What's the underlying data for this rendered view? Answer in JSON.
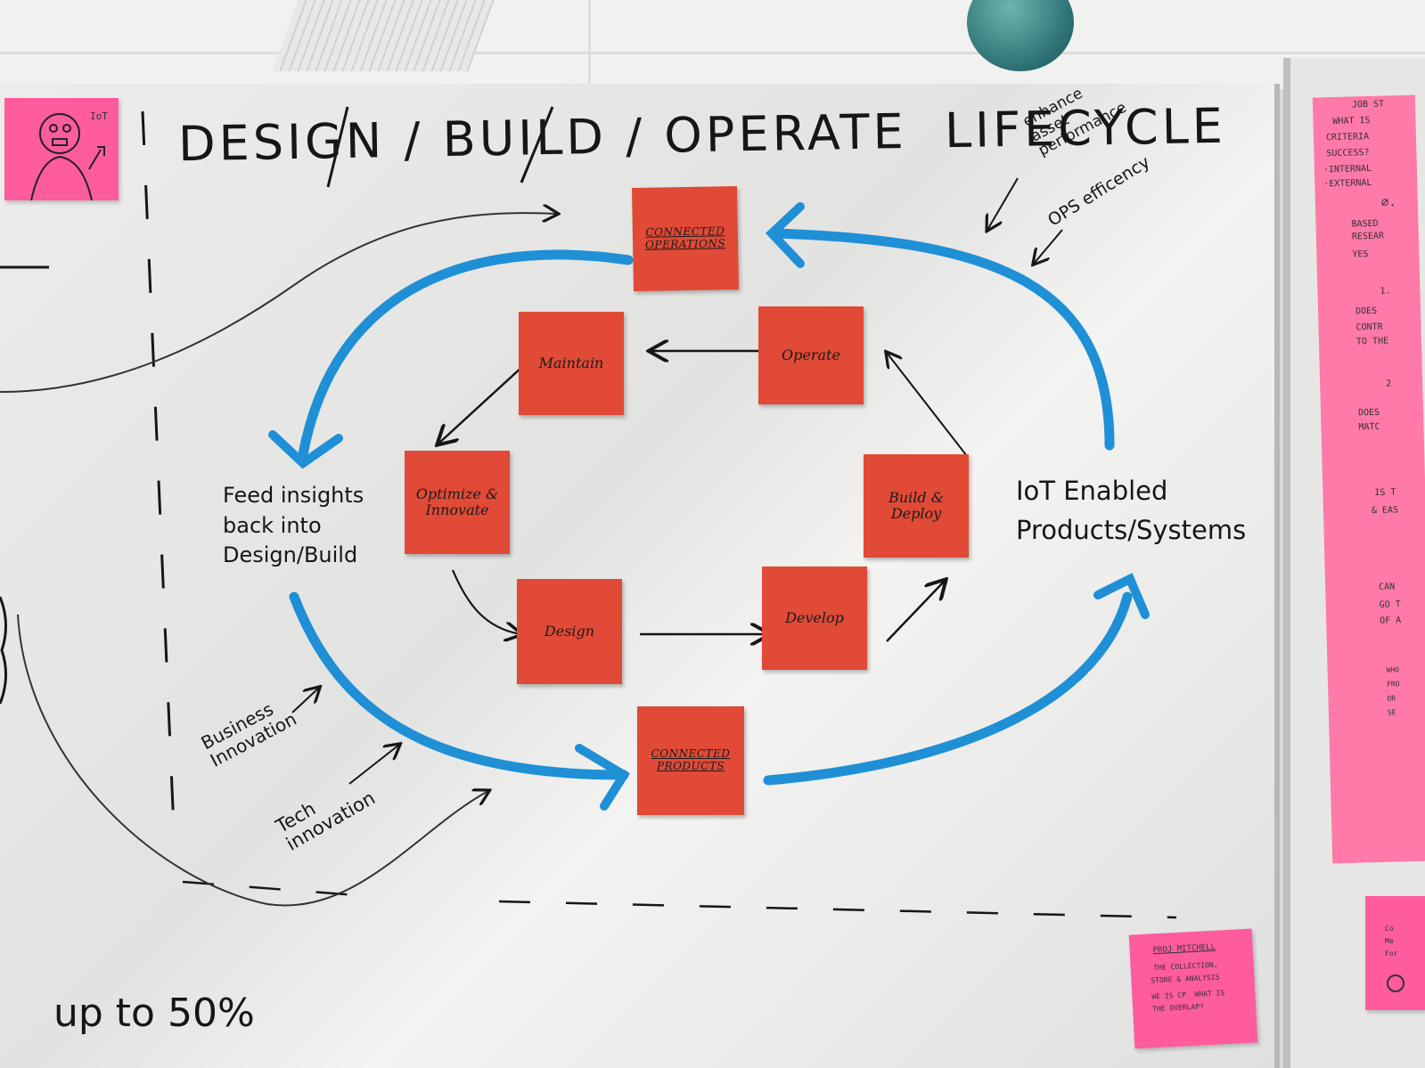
{
  "title": "DESIGN / BUILD / OPERATE  LIFECYCLE",
  "stickies": {
    "connected_operations": "CONNECTED OPERATIONS",
    "maintain": "Maintain",
    "operate": "Operate",
    "optimize": "Optimize & Innovate",
    "build_deploy": "Build & Deploy",
    "design": "Design",
    "develop": "Develop",
    "connected_products": "CONNECTED PRODUCTS"
  },
  "annotations": {
    "feed_insights": "Feed insights\nback into\nDesign/Build",
    "iot_enabled": "IoT Enabled\nProducts/Systems",
    "enhance_asset": "enhance\nasset\nperformance",
    "ops_efficiency": "OPS efficency",
    "business_innovation": "Business\nInnovation",
    "tech_innovation": "Tech\ninnovation",
    "up_to_50": "up to 50%"
  },
  "corner_note": {
    "iot_label": "IoT"
  },
  "right_note": {
    "lines": [
      "JOB ST",
      "WHAT IS",
      "CRITERIA",
      "SUCCESS?",
      "·INTERNAL",
      "·EXTERNAL",
      "∅.",
      "BASED",
      "RESEAR",
      "YES",
      "1.",
      "DOES",
      "CONTR",
      "TO THE",
      "2",
      "DOES",
      "MATC",
      "IS T",
      "& EAS",
      "CAN",
      "GO T",
      "OF A",
      "WHO",
      "FRO",
      "OR",
      "SE"
    ]
  },
  "bottom_note": {
    "lines": [
      "PROJ MITCHELL",
      "· THE COLLECTION,",
      "STORE & ANALYSIS",
      "WE IS CP  WHAT IS",
      "THE OVERLAP?"
    ]
  },
  "bottom_right_note": {
    "lines": [
      "Co",
      "Me",
      "For"
    ]
  },
  "colors": {
    "sticky_red": "#e04a36",
    "blue_marker": "#1f8fd6",
    "pink_note": "#ff5c9e"
  }
}
